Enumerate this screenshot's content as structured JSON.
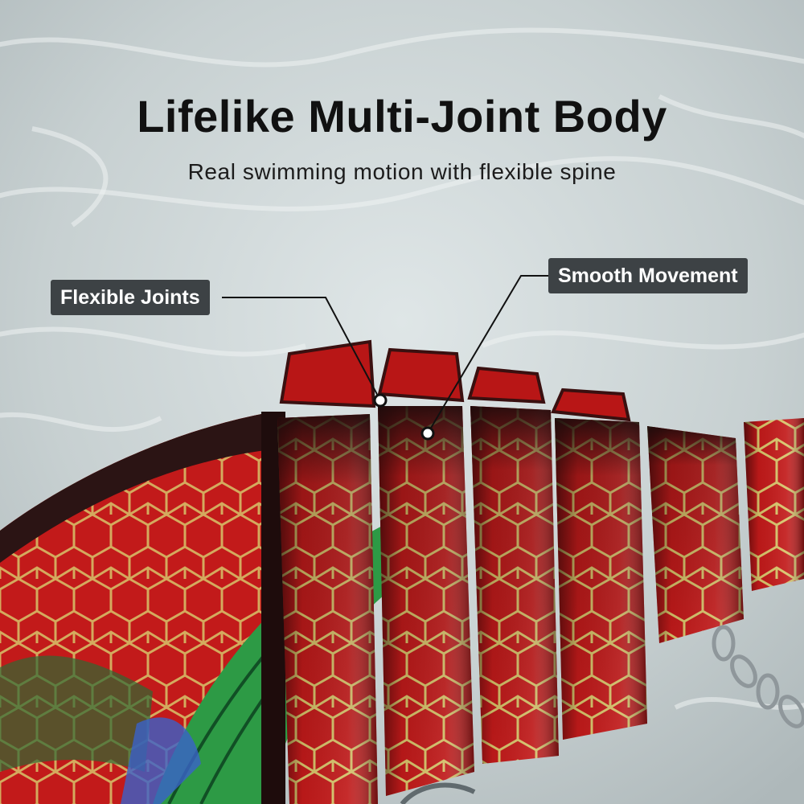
{
  "header": {
    "title": "Lifelike Multi-Joint Body",
    "subtitle": "Real swimming motion with flexible spine"
  },
  "callouts": {
    "left": "Flexible Joints",
    "right": "Smooth Movement"
  },
  "colors": {
    "background": "#c9d2d3",
    "lure_red": "#c01818",
    "lure_dark": "#2b1414",
    "scale_line": "#d8c46a",
    "fin_green": "#2d9a45",
    "callout_bg": "#3d4245"
  }
}
